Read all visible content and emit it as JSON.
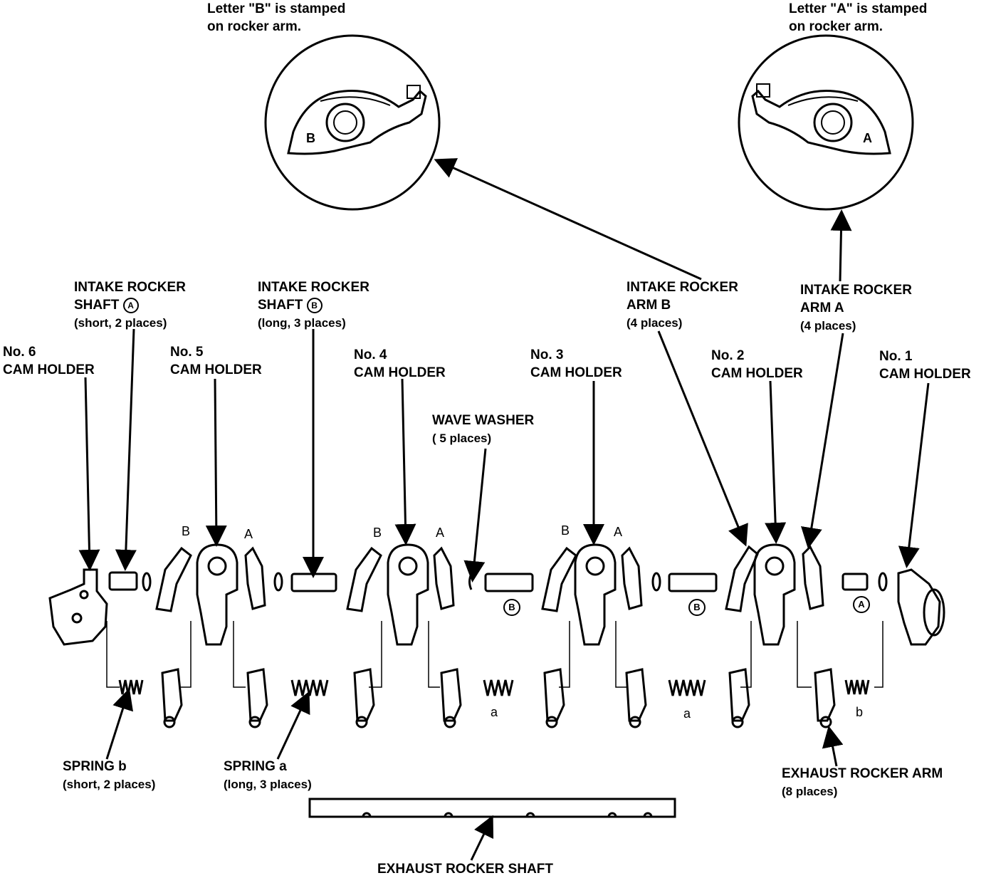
{
  "labels": {
    "note_b": [
      "Letter \"B\" is stamped",
      "on rocker arm."
    ],
    "note_a": [
      "Letter \"A\" is stamped",
      "on rocker arm."
    ],
    "intake_shaft_a": [
      "INTAKE ROCKER",
      "SHAFT",
      "(short, 2 places)"
    ],
    "intake_shaft_b": [
      "INTAKE ROCKER",
      "SHAFT",
      "(long, 3 places)"
    ],
    "intake_arm_b": [
      "INTAKE ROCKER",
      "ARM B",
      "(4 places)"
    ],
    "intake_arm_a": [
      "INTAKE ROCKER",
      "ARM A",
      "(4 places)"
    ],
    "cam6": [
      "No. 6",
      "CAM HOLDER"
    ],
    "cam5": [
      "No. 5",
      "CAM HOLDER"
    ],
    "cam4": [
      "No. 4",
      "CAM HOLDER"
    ],
    "cam3": [
      "No. 3",
      "CAM HOLDER"
    ],
    "cam2": [
      "No. 2",
      "CAM HOLDER"
    ],
    "cam1": [
      "No. 1",
      "CAM HOLDER"
    ],
    "wave_washer": [
      "WAVE WASHER",
      "( 5 places)"
    ],
    "spring_b": [
      "SPRING b",
      "(short, 2 places)"
    ],
    "spring_a": [
      "SPRING a",
      "(long, 3 places)"
    ],
    "exhaust_arm": [
      "EXHAUST ROCKER ARM",
      "(8 places)"
    ],
    "exhaust_shaft": "EXHAUST ROCKER SHAFT"
  },
  "markers": {
    "letter_a": "A",
    "letter_b": "B",
    "spring_a": "a",
    "spring_b": "b"
  }
}
